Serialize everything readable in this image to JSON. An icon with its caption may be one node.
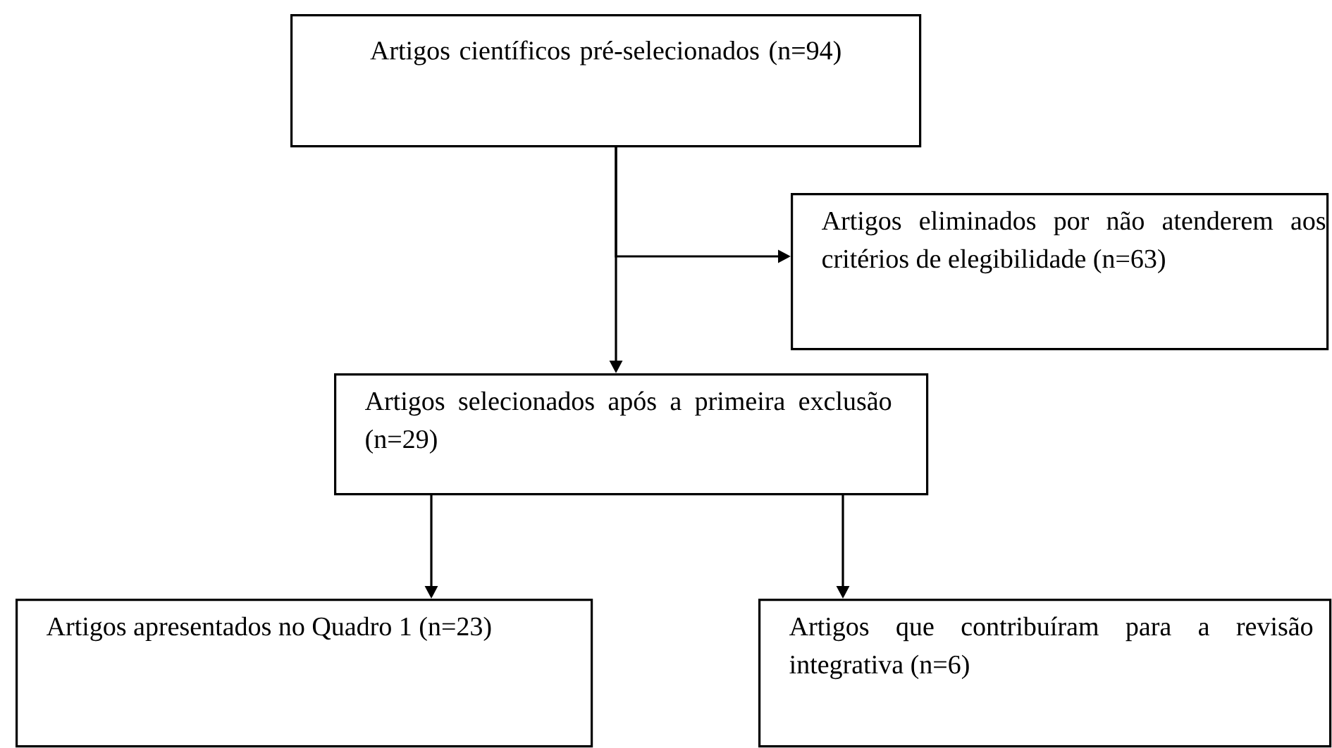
{
  "diagram": {
    "nodes": [
      {
        "text": [
          "Artigos científicos pré-selecionados (n=94)"
        ]
      },
      {
        "text": [
          "Artigos eliminados por não atenderem aos critérios de elegibilidade (n=63)"
        ]
      },
      {
        "text": [
          "Artigos selecionados após a primeira exclusão (n=29)"
        ]
      },
      {
        "text": [
          "Artigos apresentados no Quadro 1 (n=23)"
        ]
      },
      {
        "text": [
          "Artigos que contribuíram para a revisão integrativa (n=6)"
        ]
      }
    ],
    "edges": [
      {
        "from": 0,
        "to": 2,
        "arrow": "to"
      },
      {
        "from": 0,
        "to": 1,
        "arrow": "to"
      },
      {
        "from": 2,
        "to": 3,
        "arrow": "to"
      },
      {
        "from": 2,
        "to": 4,
        "arrow": "to"
      }
    ]
  }
}
